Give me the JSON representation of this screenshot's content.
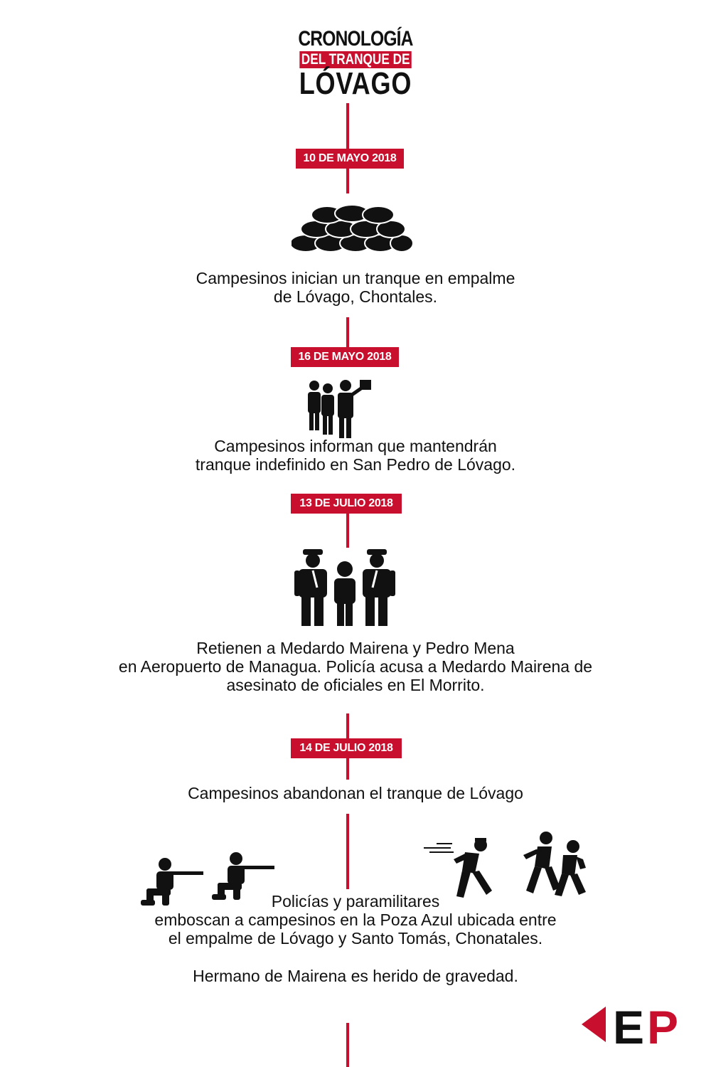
{
  "title": {
    "line1": "CRONOLOGÍA",
    "line2": "DEL TRANQUE DE",
    "line3": "LÓVAGO"
  },
  "events": [
    {
      "date": "10 DE MAYO 2018",
      "icon": "sandbags-icon",
      "text": [
        "Campesinos inician un tranque en empalme",
        "de Lóvago, Chontales."
      ]
    },
    {
      "date": "16 DE MAYO 2018",
      "icon": "protesters-icon",
      "text": [
        "Campesinos informan que mantendrán",
        "tranque indefinido en San Pedro de Lóvago."
      ]
    },
    {
      "date": "13 DE JULIO 2018",
      "icon": "arrest-icon",
      "text": [
        "Retienen a Medardo Mairena y Pedro Mena",
        "en Aeropuerto de Managua. Policía acusa a Medardo Mairena de",
        "asesinato de oficiales en El Morrito."
      ]
    },
    {
      "date": "14 DE JULIO 2018",
      "icon": "",
      "text": [
        "Campesinos abandonan el tranque de Lóvago"
      ]
    }
  ],
  "ambush": {
    "icons": [
      "shooter-icon",
      "shooter-icon",
      "running-person-icon",
      "running-people-icon"
    ],
    "text": [
      "Policías y paramilitares",
      "emboscan a campesinos en la Poza Azul ubicada entre",
      "el empalme de Lóvago y Santo Tomás, Chonatales."
    ],
    "note": "Hermano de Mairena es herido de gravedad."
  },
  "logo": {
    "text": "EP",
    "accent": "#c8102e"
  },
  "colors": {
    "accent": "#c8102e",
    "text": "#111111"
  }
}
